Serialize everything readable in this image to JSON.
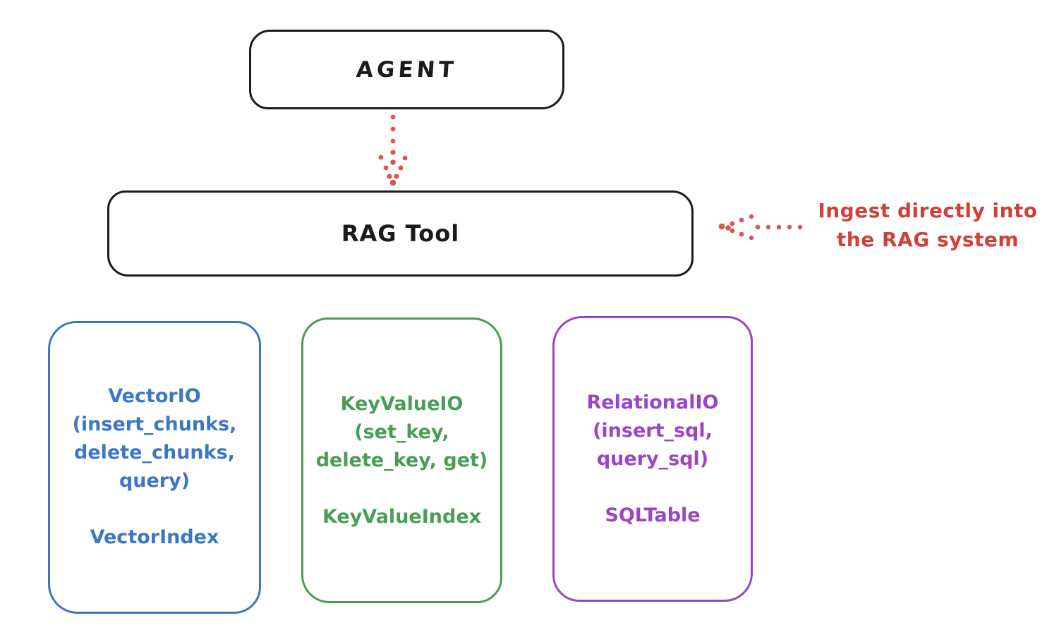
{
  "diagram": {
    "agent": {
      "label": "AGENT"
    },
    "rag_tool": {
      "label": "RAG Tool"
    },
    "ingest_note": {
      "line1": "Ingest directly into",
      "line2": "the RAG system"
    },
    "boxes": {
      "vector": {
        "line1": "VectorIO",
        "line2": "(insert_chunks,",
        "line3": "delete_chunks,",
        "line4": "query)",
        "index": "VectorIndex"
      },
      "keyvalue": {
        "line1": "KeyValueIO",
        "line2": "(set_key,",
        "line3": "delete_key, get)",
        "index": "KeyValueIndex"
      },
      "relational": {
        "line1": "RelationalIO",
        "line2": "(insert_sql,",
        "line3": "query_sql)",
        "index": "SQLTable"
      }
    },
    "colors": {
      "ink": "#1b1b1b",
      "arrow_red": "#da554d",
      "note_red": "#cf4036",
      "vector_blue": "#3b77c3",
      "keyvalue_green": "#4a9d55",
      "relational_purple": "#9c45c4"
    }
  }
}
